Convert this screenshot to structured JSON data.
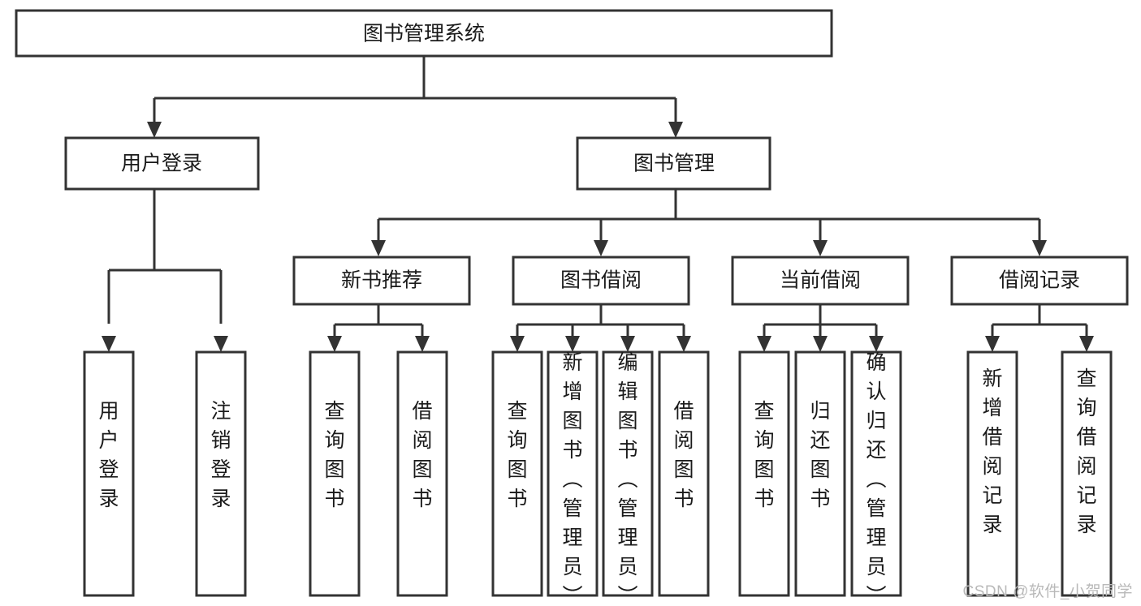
{
  "diagram": {
    "type": "tree-hierarchy",
    "title": "图书管理系统",
    "orientation": "top-down",
    "colors": {
      "box_stroke": "#333333",
      "box_fill": "#ffffff",
      "connector": "#333333",
      "text": "#1a1a1a",
      "watermark": "#b9b9b9",
      "background": "#ffffff"
    },
    "root": {
      "label": "图书管理系统"
    },
    "level2": [
      {
        "label": "用户登录"
      },
      {
        "label": "图书管理"
      }
    ],
    "level3": [
      {
        "label": "新书推荐"
      },
      {
        "label": "图书借阅"
      },
      {
        "label": "当前借阅"
      },
      {
        "label": "借阅记录"
      }
    ],
    "leaves": {
      "user_login": [
        {
          "label": "用户登录"
        },
        {
          "label": "注销登录"
        }
      ],
      "new_book_recommend": [
        {
          "label": "查询图书"
        },
        {
          "label": "借阅图书"
        }
      ],
      "book_borrow": [
        {
          "label": "查询图书"
        },
        {
          "label": "新增图书（管理员）"
        },
        {
          "label": "编辑图书（管理员）"
        },
        {
          "label": "借阅图书"
        }
      ],
      "current_borrow": [
        {
          "label": "查询图书"
        },
        {
          "label": "归还图书"
        },
        {
          "label": "确认归还（管理员）"
        }
      ],
      "borrow_records": [
        {
          "label": "新增借阅记录"
        },
        {
          "label": "查询借阅记录"
        }
      ]
    }
  },
  "watermark": {
    "text": "CSDN @软件_小贺同学"
  }
}
